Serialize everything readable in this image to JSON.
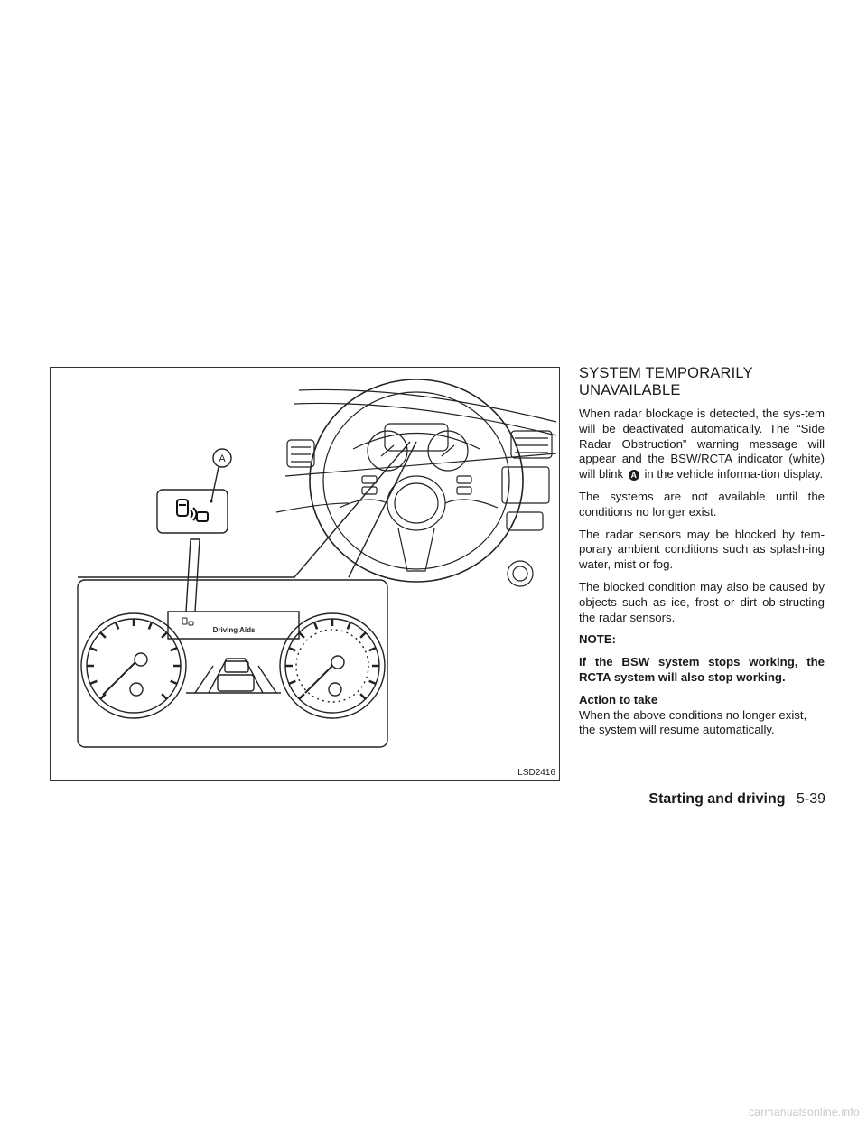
{
  "figure": {
    "callout_label": "A",
    "screen_text": "Driving Aids",
    "figure_code": "LSD2416"
  },
  "section": {
    "heading_line1": "SYSTEM TEMPORARILY",
    "heading_line2": "UNAVAILABLE",
    "p1_before": "When radar blockage is detected, the sys-tem will be deactivated automatically. The “Side Radar Obstruction” warning message will appear and the BSW/RCTA indicator (white) will blink",
    "p1_marker": "A",
    "p1_after": "in the vehicle informa-tion display.",
    "p2": "The systems are not available until the conditions no longer exist.",
    "p3": "The radar sensors may be blocked by tem-porary ambient conditions such as splash-ing water, mist or fog.",
    "p4": "The blocked condition may also be caused by objects such as ice, frost or dirt ob-structing the radar sensors.",
    "note_label": "NOTE:",
    "note_text": "If the BSW system stops working, the RCTA system will also stop working.",
    "action_heading": "Action to take",
    "action_text": "When the above conditions no longer exist, the system will resume automatically."
  },
  "footer": {
    "section_name": "Starting and driving",
    "page_number": "5-39"
  },
  "watermark": "carmanualsonline.info"
}
